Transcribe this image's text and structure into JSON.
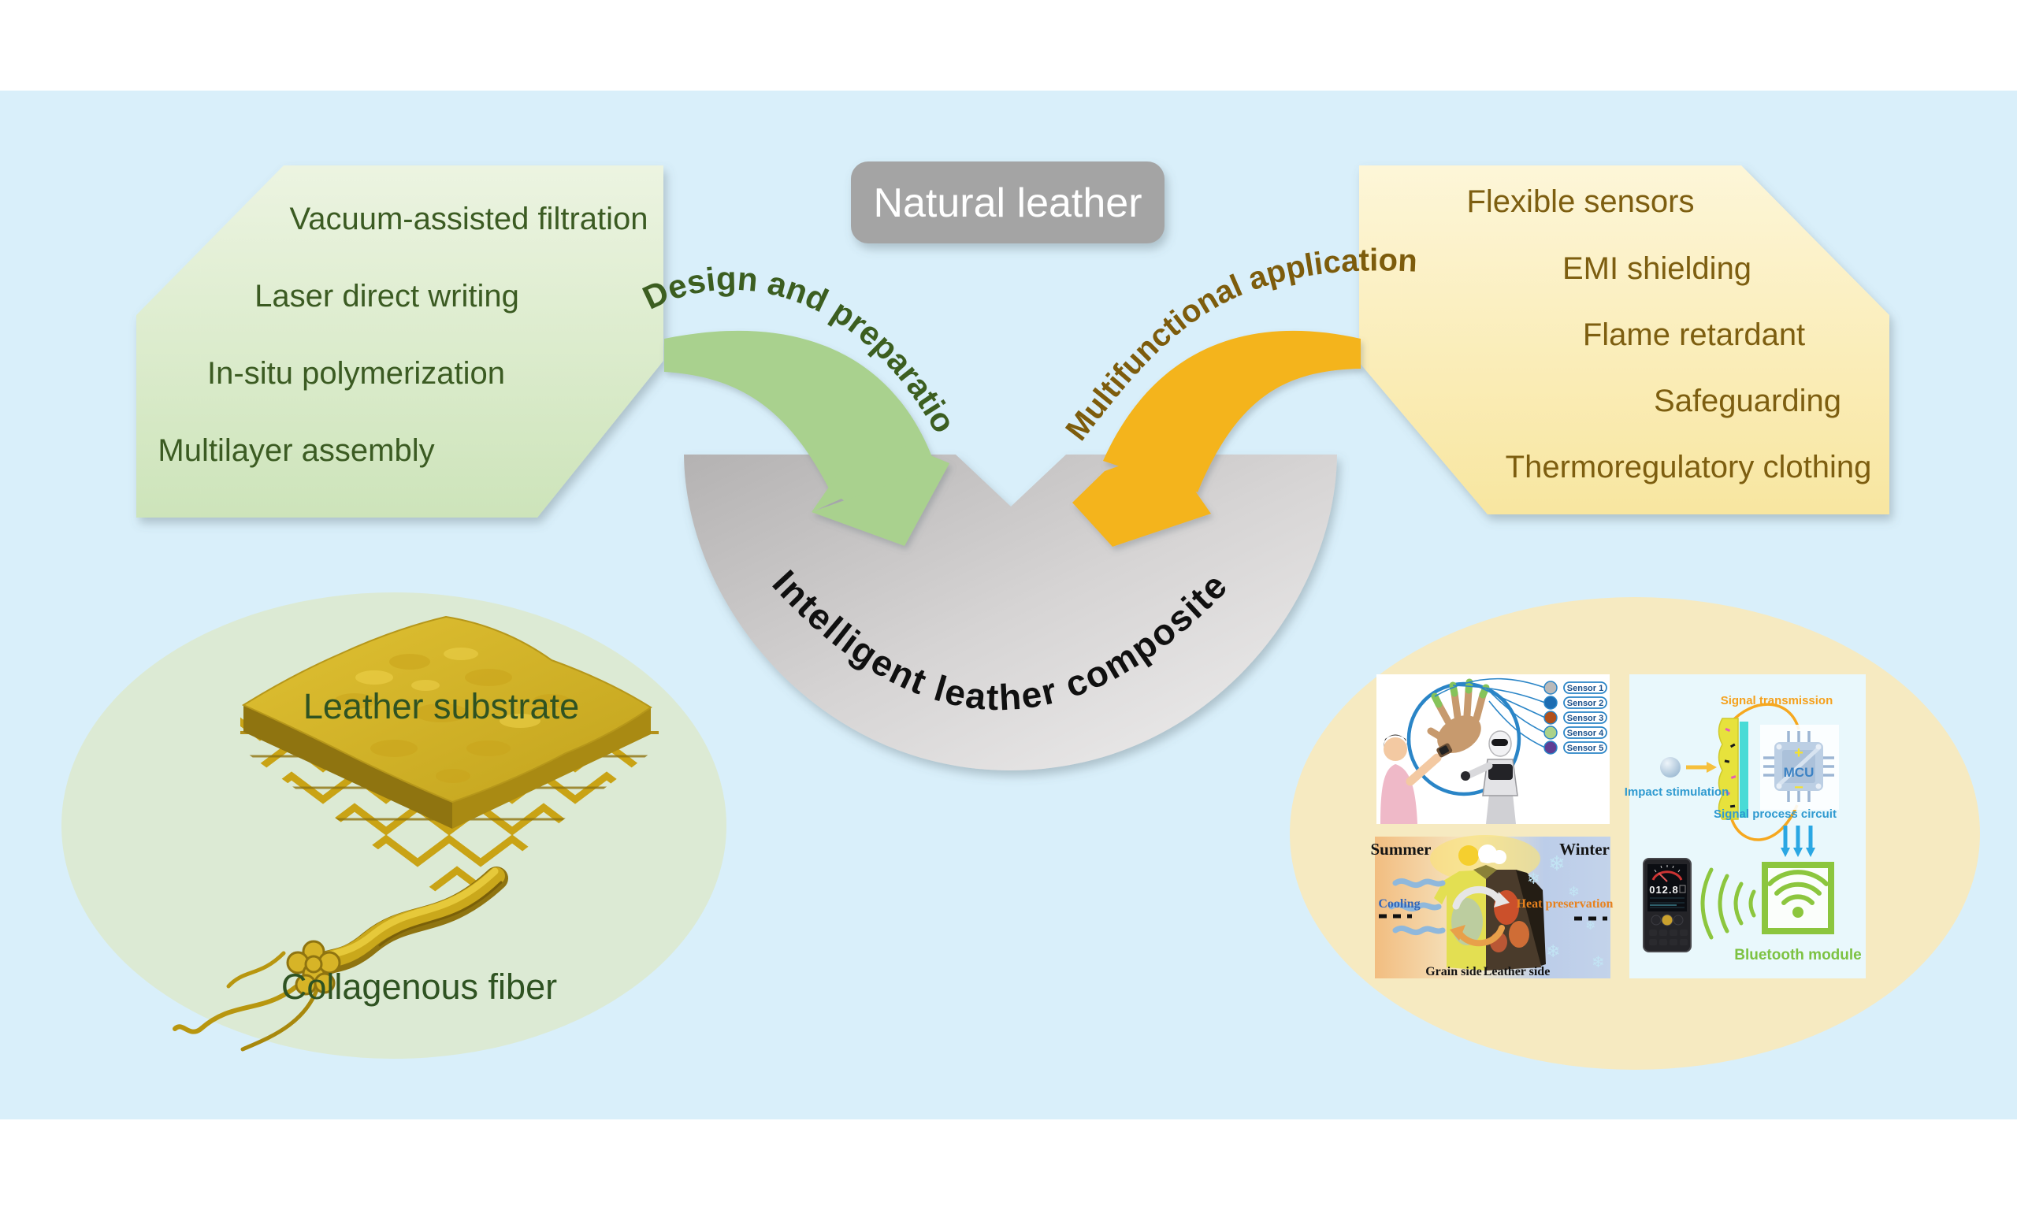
{
  "page": {
    "background": "#ffffff",
    "canvas_color": "#d9effa"
  },
  "header": {
    "natural_leather_label": "Natural leather"
  },
  "design_box": {
    "items": [
      "Vacuum-assisted filtration",
      "Laser direct writing",
      "In-situ polymerization",
      "Multilayer assembly"
    ]
  },
  "applications_box": {
    "items": [
      "Flexible sensors",
      "EMI shielding",
      "Flame retardant",
      "Safeguarding",
      "Thermoregulatory clothing"
    ]
  },
  "flows": {
    "design_label": "Design and preparation",
    "applications_label": "Multifunctional applications",
    "result_label": "Intelligent leather composites"
  },
  "substrate_figure": {
    "top_label": "Leather substrate",
    "bottom_label": "Collagenous fiber"
  },
  "applications_figure": {
    "sensor_panel": {
      "sensor_labels": [
        "Sensor 1",
        "Sensor 2",
        "Sensor 3",
        "Sensor 4",
        "Sensor 5"
      ],
      "dot_colors": [
        "#b9b9b9",
        "#1d6db2",
        "#b1501b",
        "#abd28a",
        "#5f3d93"
      ]
    },
    "thermal_panel": {
      "summer_label": "Summer",
      "winter_label": "Winter",
      "cooling_label": "Cooling",
      "heat_label": "Heat  preservation",
      "grain_label": "Grain side",
      "leather_label": "Leather  side",
      "snowflake_glyph": "❄"
    },
    "circuit_panel": {
      "signal_transmission_label": "Signal transmission",
      "impact_stimulation_label": "Impact stimulation",
      "mcu_label": "MCU",
      "plus_glyph": "+",
      "minus_glyph": "−",
      "signal_process_label": "Signal process circuit",
      "display_value": "012.8",
      "bluetooth_label": "Bluetooth module"
    }
  },
  "colors": {
    "green_box_text": "#3b5b22",
    "yellow_box_text": "#7d5e10",
    "green_arrow": "#a9d18e",
    "orange_arrow": "#f4b41d",
    "bowl_gray": "#c8c6c6",
    "natural_leather_gray": "#a4a4a4",
    "green_ellipse": "#dcead4",
    "yellow_ellipse": "#f6eac1",
    "gold": "#d4b02a",
    "bluetooth_green": "#8cc63e"
  }
}
